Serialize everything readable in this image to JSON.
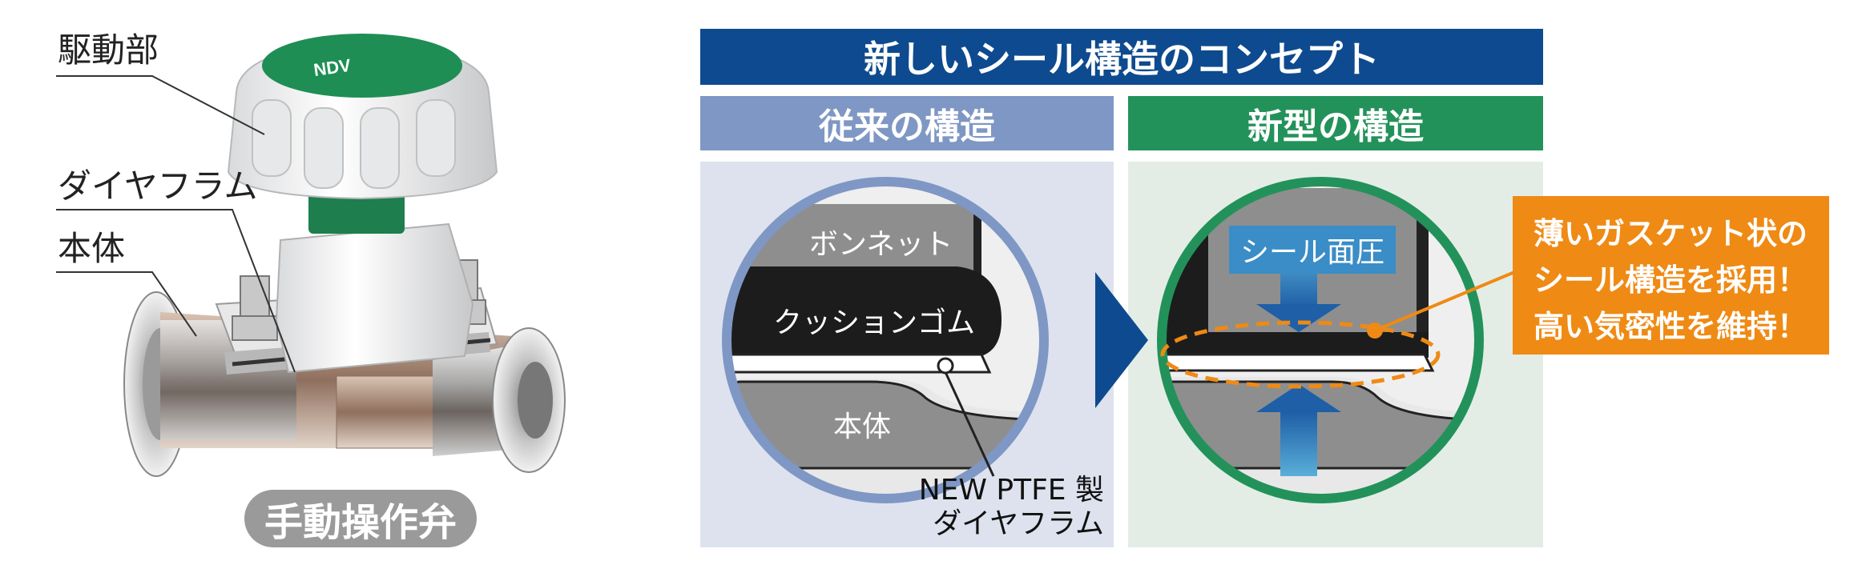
{
  "product": {
    "callout_drive": "駆動部",
    "callout_diaphragm": "ダイヤフラム",
    "callout_body": "本体",
    "knob_brand": "NDV",
    "badge": "手動操作弁"
  },
  "concept": {
    "title": "新しいシール構造のコンセプト",
    "old_header": "従来の構造",
    "new_header": "新型の構造",
    "old_labels": {
      "bonnet": "ボンネット",
      "cushion": "クッションゴム",
      "body": "本体"
    },
    "new_labels": {
      "seal_pressure": "シール面圧"
    },
    "ptfe_line1": "NEW PTFE 製",
    "ptfe_line2": "ダイヤフラム",
    "highlight": [
      "薄いガスケット状の",
      "シール構造を採用！",
      "高い気密性を維持！"
    ]
  },
  "colors": {
    "navy": "#0e4a8f",
    "old_blue": "#7f97c4",
    "new_green": "#23925a",
    "orange": "#ef8a14",
    "seal_blue": "#3a8dc6"
  }
}
